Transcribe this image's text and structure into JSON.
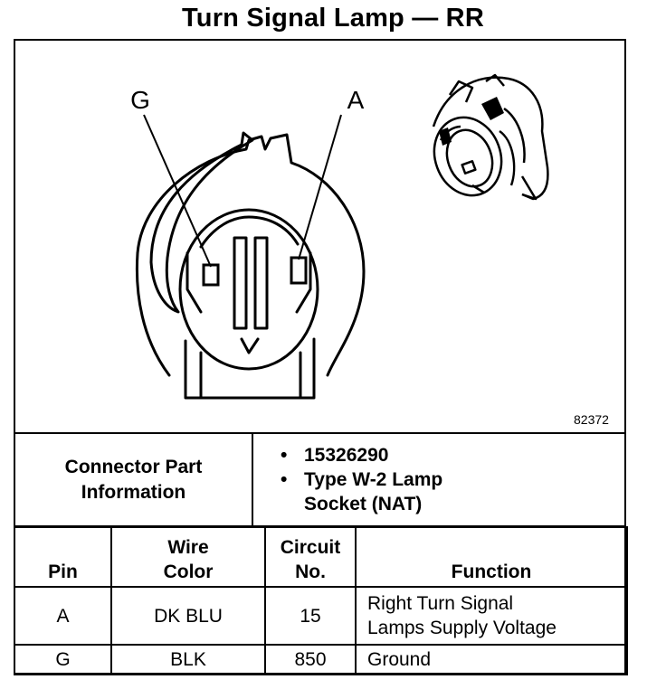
{
  "title": "Turn Signal Lamp — RR",
  "figure": {
    "pin_labels": {
      "left": "G",
      "right": "A"
    },
    "figure_id": "82372"
  },
  "connector_info": {
    "label_line1": "Connector Part",
    "label_line2": "Information",
    "items": [
      {
        "line1": "15326290",
        "line2": ""
      },
      {
        "line1": "Type W-2 Lamp",
        "line2": "Socket (NAT)"
      }
    ]
  },
  "pin_table": {
    "headers": {
      "pin": "Pin",
      "wire_color_1": "Wire",
      "wire_color_2": "Color",
      "circuit_1": "Circuit",
      "circuit_2": "No.",
      "function": "Function"
    },
    "rows": [
      {
        "pin": "A",
        "wire_color": "DK BLU",
        "circuit": "15",
        "function_line1": "Right Turn Signal",
        "function_line2": "Lamps Supply Voltage"
      },
      {
        "pin": "G",
        "wire_color": "BLK",
        "circuit": "850",
        "function_line1": "Ground",
        "function_line2": ""
      }
    ]
  }
}
